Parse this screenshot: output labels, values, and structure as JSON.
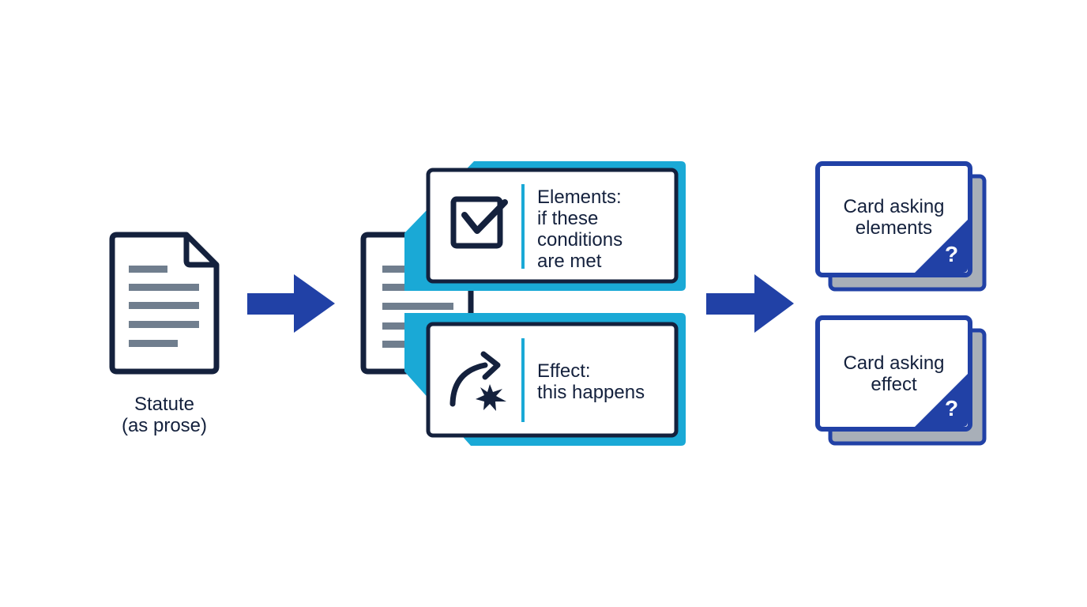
{
  "colors": {
    "navy": "#14213d",
    "blue": "#2141a6",
    "cyan": "#1aa9d6",
    "gray_lines": "#707e8e",
    "card_shadow": "#a8afb8"
  },
  "source": {
    "icon": "document-icon",
    "label_line1": "Statute",
    "label_line2": "(as prose)"
  },
  "split": {
    "elements": {
      "icon": "checkbox-checked-icon",
      "line1": "Elements:",
      "line2": "if these",
      "line3": "conditions",
      "line4": "are met"
    },
    "effect": {
      "icon": "curved-arrow-burst-icon",
      "line1": "Effect:",
      "line2": "this happens"
    }
  },
  "cards": [
    {
      "line1": "Card asking",
      "line2": "elements",
      "corner_mark": "?"
    },
    {
      "line1": "Card asking",
      "line2": "effect",
      "corner_mark": "?"
    }
  ]
}
